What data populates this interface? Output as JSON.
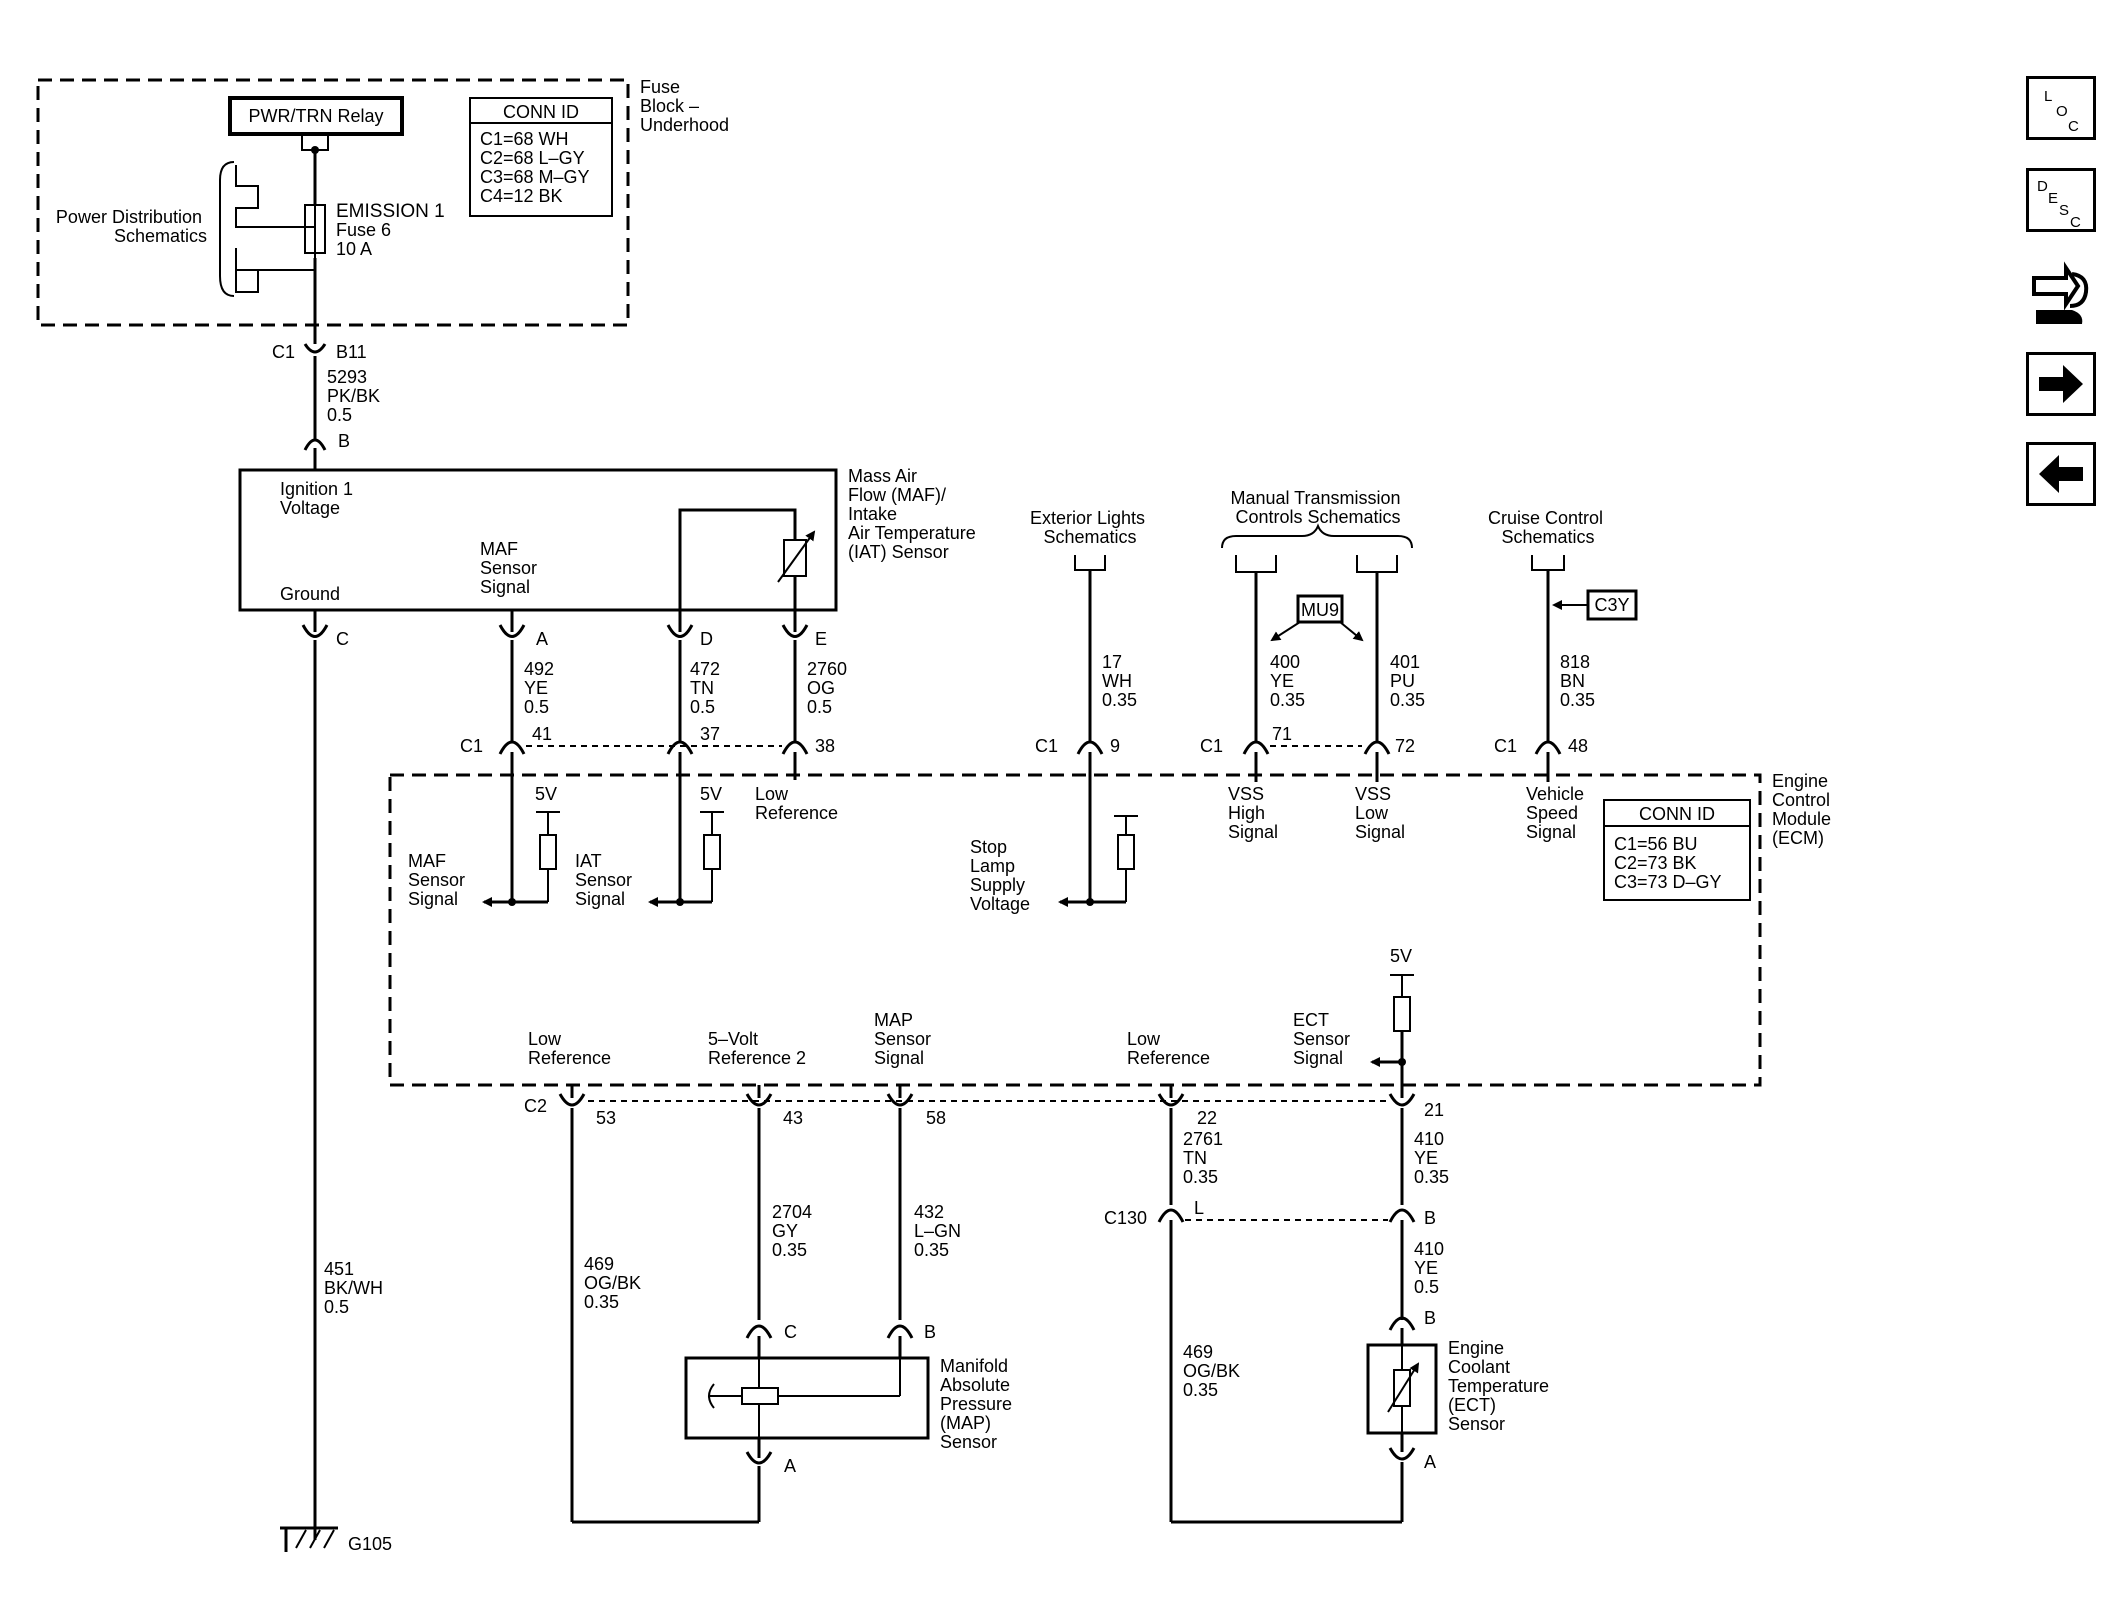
{
  "fuse_block": {
    "label": [
      "Fuse",
      "Block –",
      "Underhood"
    ],
    "relay": "PWR/TRN Relay",
    "power_dist": [
      "Power Distribution",
      "Schematics"
    ],
    "fuse": [
      "EMISSION 1",
      "Fuse 6",
      "10 A"
    ],
    "conn_title": "CONN ID",
    "conn": [
      "C1=68 WH",
      "C2=68 L–GY",
      "C3=68 M–GY",
      "C4=12 BK"
    ]
  },
  "wire_5293": {
    "conn": "C1",
    "pin": "B11",
    "lines": [
      "5293",
      "PK/BK",
      "0.5"
    ],
    "pin_b": "B"
  },
  "maf_sensor": {
    "label": [
      "Mass Air",
      "Flow (MAF)/",
      "Intake",
      "Air Temperature",
      "(IAT) Sensor"
    ],
    "ign": [
      "Ignition 1",
      "Voltage"
    ],
    "maf_sig": [
      "MAF",
      "Sensor",
      "Signal"
    ],
    "ground": "Ground",
    "pins": [
      "C",
      "A",
      "D",
      "E"
    ]
  },
  "wires_top": [
    {
      "lines": [
        "492",
        "YE",
        "0.5"
      ],
      "pin": "41"
    },
    {
      "lines": [
        "472",
        "TN",
        "0.5"
      ],
      "pin": "37"
    },
    {
      "lines": [
        "2760",
        "OG",
        "0.5"
      ],
      "pin": "38"
    },
    {
      "lines": [
        "17",
        "WH",
        "0.35"
      ],
      "pin": "9"
    },
    {
      "lines": [
        "400",
        "YE",
        "0.35"
      ],
      "pin": "71"
    },
    {
      "lines": [
        "401",
        "PU",
        "0.35"
      ],
      "pin": "72"
    },
    {
      "lines": [
        "818",
        "BN",
        "0.35"
      ],
      "pin": "48"
    }
  ],
  "c1": "C1",
  "exterior": [
    "Exterior Lights",
    "Schematics"
  ],
  "manual_trans": [
    "Manual Transmission",
    "Controls Schematics"
  ],
  "cruise": [
    "Cruise Control",
    "Schematics"
  ],
  "mu9": "MU9",
  "c3y": "C3Y",
  "ecm": {
    "label": [
      "Engine",
      "Control",
      "Module",
      "(ECM)"
    ],
    "conn_title": "CONN ID",
    "conn": [
      "C1=56 BU",
      "C2=73 BK",
      "C3=73 D–GY"
    ],
    "five_v": "5V",
    "maf_sig": [
      "MAF",
      "Sensor",
      "Signal"
    ],
    "iat_sig": [
      "IAT",
      "Sensor",
      "Signal"
    ],
    "low_ref": [
      "Low",
      "Reference"
    ],
    "stop_lamp": [
      "Stop",
      "Lamp",
      "Supply",
      "Voltage"
    ],
    "vss_high": [
      "VSS",
      "High",
      "Signal"
    ],
    "vss_low": [
      "VSS",
      "Low",
      "Signal"
    ],
    "veh_speed": [
      "Vehicle",
      "Speed",
      "Signal"
    ],
    "ref2": [
      "5–Volt",
      "Reference 2"
    ],
    "map_sig": [
      "MAP",
      "Sensor",
      "Signal"
    ],
    "ect_sig": [
      "ECT",
      "Sensor",
      "Signal"
    ]
  },
  "c2": "C2",
  "wires_bottom": [
    {
      "pin": "53",
      "lines": [
        "469",
        "OG/BK",
        "0.35"
      ]
    },
    {
      "pin": "43",
      "lines": [
        "2704",
        "GY",
        "0.35"
      ]
    },
    {
      "pin": "58",
      "lines": [
        "432",
        "L–GN",
        "0.35"
      ]
    },
    {
      "pin": "22",
      "lines": [
        "2761",
        "TN",
        "0.35"
      ]
    },
    {
      "pin": "21",
      "lines": [
        "410",
        "YE",
        "0.35"
      ]
    }
  ],
  "ground_wire": [
    "451",
    "BK/WH",
    "0.5"
  ],
  "g105": "G105",
  "c130": {
    "label": "C130",
    "pin_l": "L",
    "pin_b": "B"
  },
  "wire_469b": [
    "469",
    "OG/BK",
    "0.35"
  ],
  "wire_410b": [
    "410",
    "YE",
    "0.5"
  ],
  "map_sensor": {
    "label": [
      "Manifold",
      "Absolute",
      "Pressure",
      "(MAP)",
      "Sensor"
    ],
    "pins": [
      "C",
      "B",
      "A"
    ]
  },
  "ect_sensor": {
    "label": [
      "Engine",
      "Coolant",
      "Temperature",
      "(ECT)",
      "Sensor"
    ],
    "pins": [
      "B",
      "A"
    ]
  },
  "nav": {
    "loc": [
      "L",
      "O",
      "C"
    ],
    "desc": [
      "D",
      "E",
      "S",
      "C"
    ]
  }
}
